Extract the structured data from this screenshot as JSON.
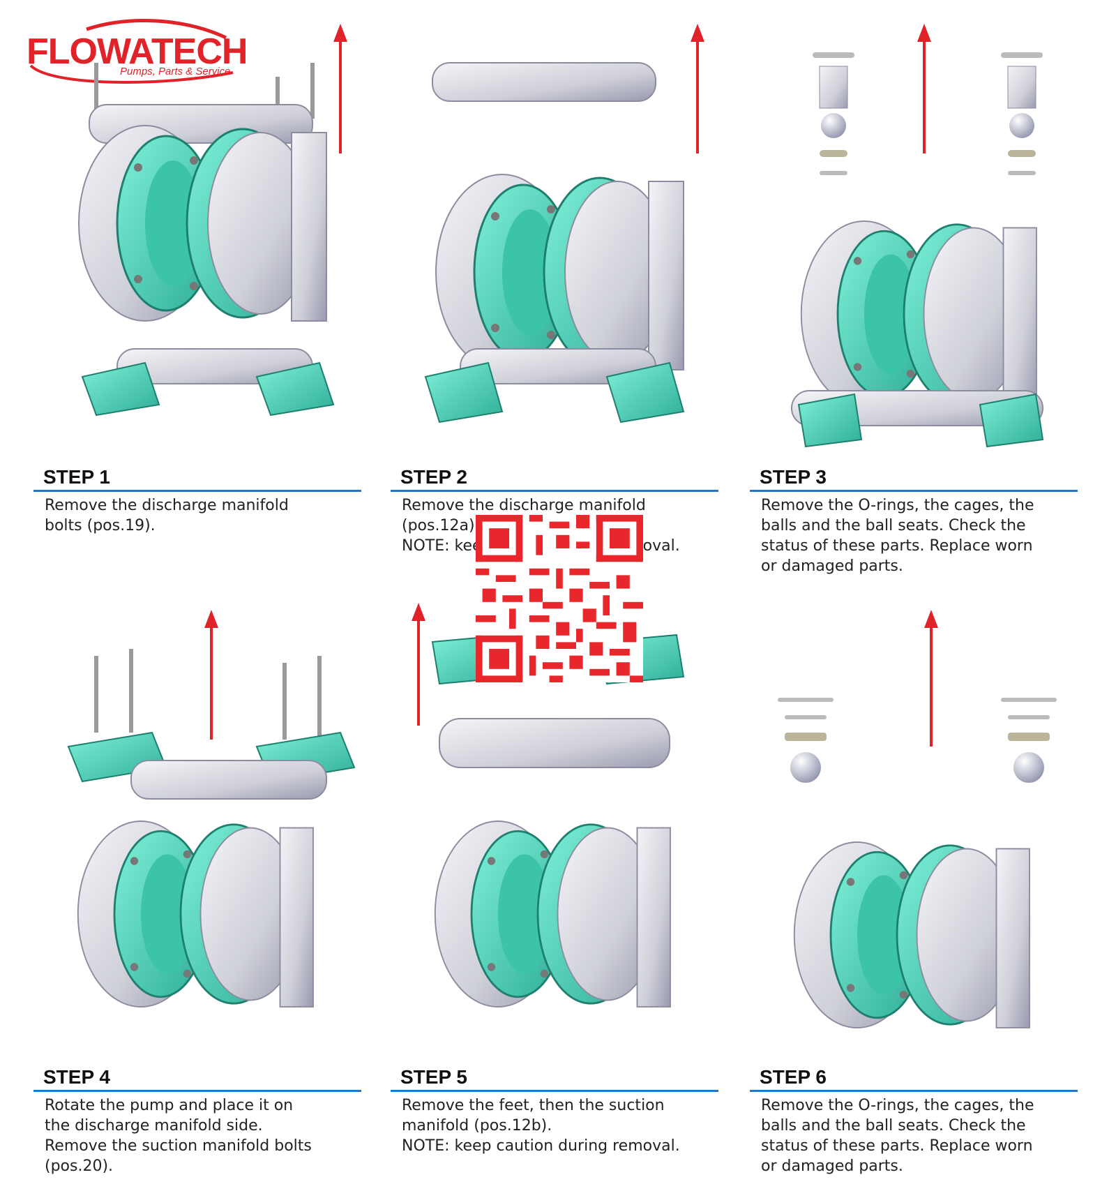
{
  "logo": {
    "brand": "FLOWATECH",
    "tagline": "Pumps, Parts & Service"
  },
  "steps": [
    {
      "title": "STEP 1",
      "lines": [
        "Remove the discharge manifold",
        "bolts (pos.19)."
      ]
    },
    {
      "title": "STEP 2",
      "lines": [
        "Remove the discharge manifold",
        "(pos.12a).",
        "NOTE: keep caution during removal."
      ]
    },
    {
      "title": "STEP 3",
      "lines": [
        "Remove the O-rings, the cages, the",
        "balls and the ball seats. Check the",
        "status of these parts. Replace worn",
        "or damaged parts."
      ]
    },
    {
      "title": "STEP 4",
      "lines": [
        "Rotate the pump and place it on",
        "the discharge manifold side.",
        "Remove the suction manifold bolts",
        "(pos.20)."
      ]
    },
    {
      "title": "STEP 5",
      "lines": [
        "Remove the feet, then the suction",
        "manifold (pos.12b).",
        "NOTE: keep caution during removal."
      ]
    },
    {
      "title": "STEP 6",
      "lines": [
        "Remove the O-rings, the cages, the",
        "balls and the ball seats. Check the",
        "status of these parts. Replace worn",
        "or damaged parts."
      ]
    }
  ],
  "colors": {
    "arrow": "#e02229",
    "rule": "#1f78c8",
    "pump_body": "#d8d8de",
    "diaphragm": "#4fd6bd",
    "logo": "#e02229",
    "qr": "#e8262c"
  },
  "icons": {
    "arrow": "up-arrow-icon",
    "qr": "qr-code-icon"
  }
}
